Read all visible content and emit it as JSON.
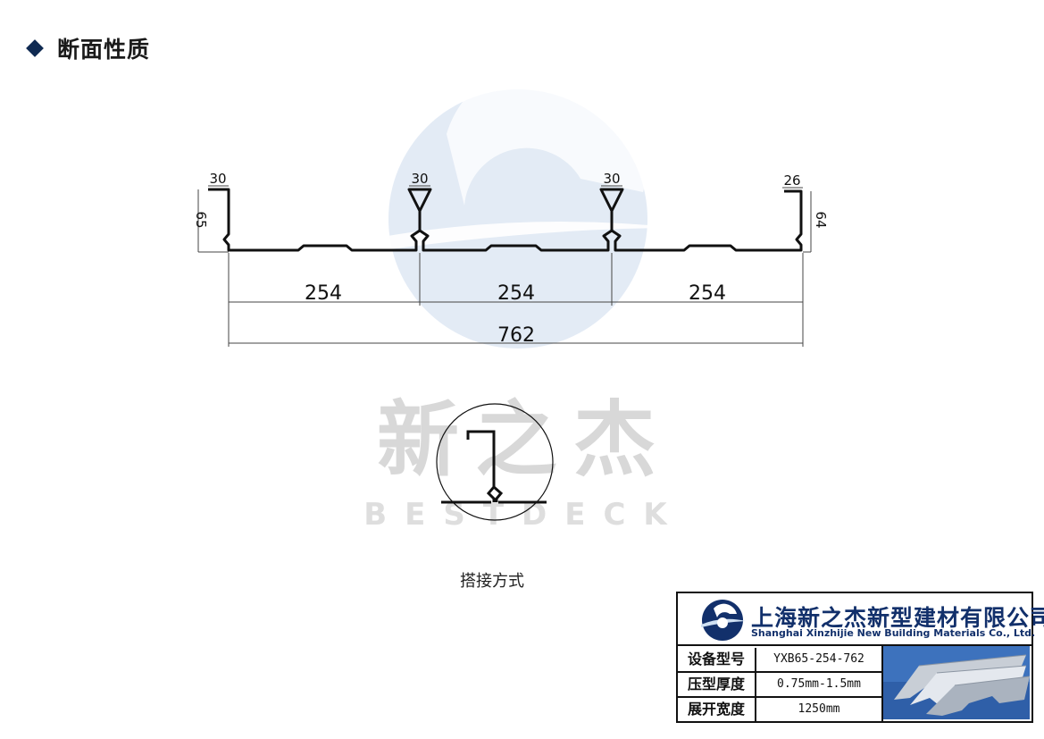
{
  "header": {
    "title": "断面性质"
  },
  "watermark": {
    "cn": "新之杰",
    "en": "BESTDECK"
  },
  "profile": {
    "top_dims": [
      "30",
      "30",
      "30",
      "26"
    ],
    "side_left": "65",
    "side_right": "64",
    "spans": [
      "254",
      "254",
      "254"
    ],
    "total_width": "762"
  },
  "lap_label": "搭接方式",
  "title_block": {
    "company_cn": "上海新之杰新型建材有限公司",
    "company_en": "Shanghai Xinzhijie New Building Materials Co., Ltd.",
    "rows": [
      {
        "key": "设备型号",
        "value": "YXB65-254-762"
      },
      {
        "key": "压型厚度",
        "value": "0.75mm-1.5mm"
      },
      {
        "key": "展开宽度",
        "value": "1250mm"
      }
    ]
  },
  "colors": {
    "brand_blue": "#12306b",
    "accent_light_blue": "#cfe0f2"
  }
}
